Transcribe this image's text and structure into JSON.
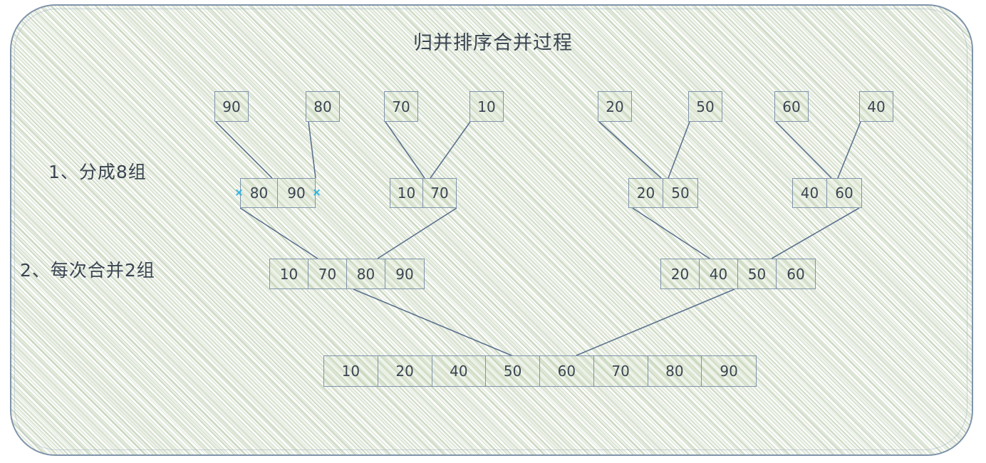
{
  "diagram": {
    "title": "归并排序合并过程",
    "accent_color": "#7f94ab",
    "fill_color": "#c4d4b2",
    "text_color": "#3b4552",
    "handle_color": "#2ab6e8",
    "handle_glyph": "×",
    "steps": [
      {
        "label": "1、分成8组"
      },
      {
        "label": "2、每次合并2组"
      }
    ],
    "level1": {
      "name": "level-1-singletons",
      "groups": [
        {
          "values": [
            "90"
          ]
        },
        {
          "values": [
            "80"
          ]
        },
        {
          "values": [
            "70"
          ]
        },
        {
          "values": [
            "10"
          ]
        },
        {
          "values": [
            "20"
          ]
        },
        {
          "values": [
            "50"
          ]
        },
        {
          "values": [
            "60"
          ]
        },
        {
          "values": [
            "40"
          ]
        }
      ]
    },
    "level2": {
      "name": "level-2-pairs",
      "groups": [
        {
          "values": [
            "80",
            "90"
          ],
          "selected": true
        },
        {
          "values": [
            "10",
            "70"
          ],
          "selected": false
        },
        {
          "values": [
            "20",
            "50"
          ],
          "selected": false
        },
        {
          "values": [
            "40",
            "60"
          ],
          "selected": false
        }
      ]
    },
    "level3": {
      "name": "level-3-quads",
      "groups": [
        {
          "values": [
            "10",
            "70",
            "80",
            "90"
          ]
        },
        {
          "values": [
            "20",
            "40",
            "50",
            "60"
          ]
        }
      ]
    },
    "level4": {
      "name": "level-4-merged",
      "groups": [
        {
          "values": [
            "10",
            "20",
            "40",
            "50",
            "60",
            "70",
            "80",
            "90"
          ]
        }
      ]
    }
  }
}
